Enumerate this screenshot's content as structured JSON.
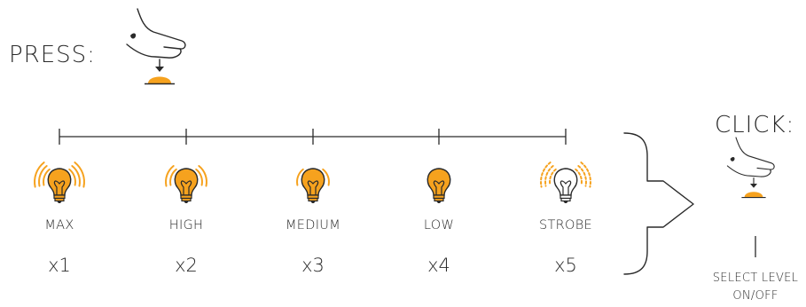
{
  "press_label": "PRESS:",
  "click_label": "CLICK:",
  "select_note": {
    "line1": "SELECT LEVEL",
    "line2": "ON/OFF"
  },
  "levels": [
    {
      "label": "MAX",
      "count": "x1",
      "rays": 3,
      "lit": true
    },
    {
      "label": "HIGH",
      "count": "x2",
      "rays": 2,
      "lit": true
    },
    {
      "label": "MEDIUM",
      "count": "x3",
      "rays": 1,
      "lit": true
    },
    {
      "label": "LOW",
      "count": "x4",
      "rays": 0,
      "lit": true
    },
    {
      "label": "STROBE",
      "count": "x5",
      "rays": 3,
      "lit": false
    }
  ],
  "icons": {
    "press_hand": "finger-press-icon",
    "click_hand": "finger-click-icon",
    "bulb": "light-bulb-icon",
    "arrow": "chevron-arrow-icon"
  },
  "colors": {
    "accent": "#f6a21e",
    "line": "#2a2a2a",
    "bulb_off": "#ffffff"
  }
}
